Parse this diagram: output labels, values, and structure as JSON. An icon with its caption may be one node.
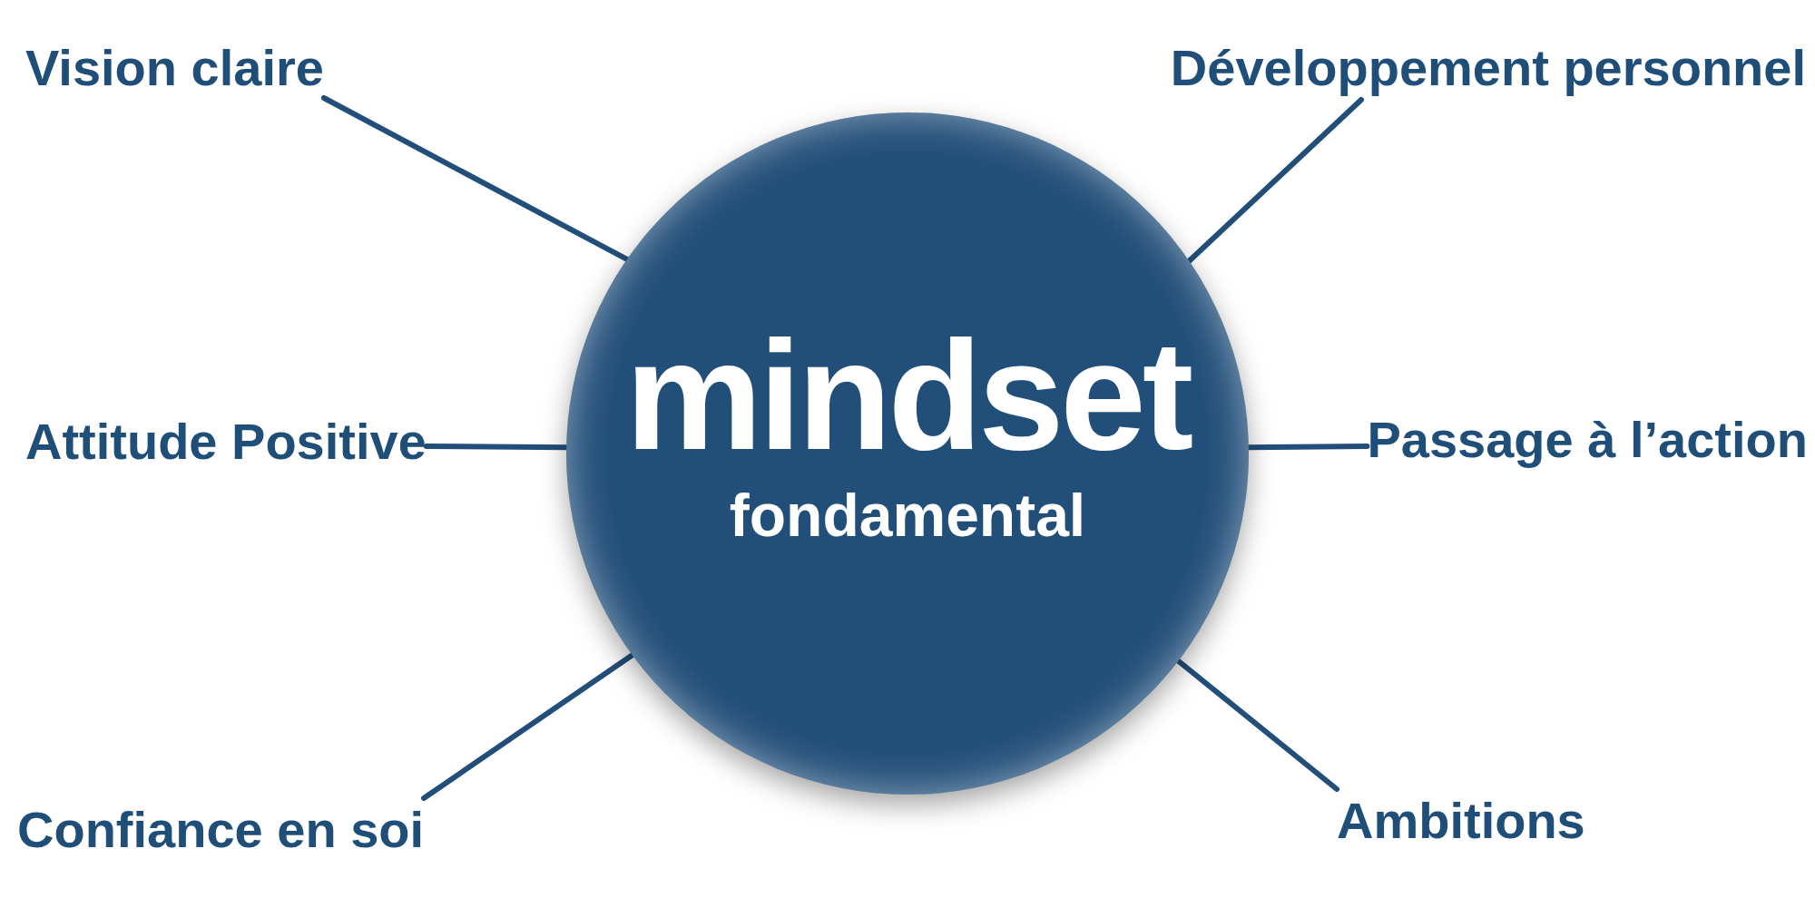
{
  "diagram": {
    "nodes": [
      {
        "text": [
          "mindset",
          "fondamental"
        ]
      },
      {
        "text": [
          "Vision claire"
        ]
      },
      {
        "text": [
          "Développement personnel"
        ]
      },
      {
        "text": [
          "Attitude Positive"
        ]
      },
      {
        "text": [
          "Passage à l’action"
        ]
      },
      {
        "text": [
          "Confiance en soi"
        ]
      },
      {
        "text": [
          "Ambitions"
        ]
      }
    ],
    "edges": [
      {
        "from": 0,
        "to": 1,
        "arrow": "none"
      },
      {
        "from": 0,
        "to": 2,
        "arrow": "none"
      },
      {
        "from": 0,
        "to": 3,
        "arrow": "none"
      },
      {
        "from": 0,
        "to": 4,
        "arrow": "none"
      },
      {
        "from": 0,
        "to": 5,
        "arrow": "none"
      },
      {
        "from": 0,
        "to": 6,
        "arrow": "none"
      }
    ]
  }
}
